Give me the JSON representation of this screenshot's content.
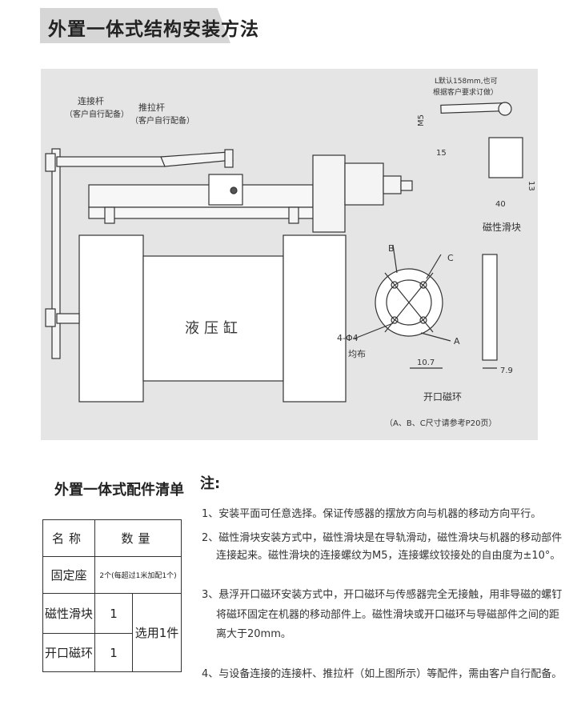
{
  "title": "外置一体式结构安装方法",
  "diagram": {
    "connecting_rod": "连接杆",
    "connecting_rod_note": "（客户自行配备）",
    "push_rod": "推拉杆",
    "push_rod_note": "（客户自行配备）",
    "cylinder": "液压缸",
    "slider_length_note": "L默认158mm,也可",
    "slider_length_note2": "根据客户要求订做）",
    "dim_m5": "M5",
    "dim_15": "15",
    "dim_40": "40",
    "dim_13": "13",
    "magnetic_slider": "磁性滑块",
    "label_b": "B",
    "label_c": "C",
    "label_a": "A",
    "holes": "4-Φ4",
    "holes_note": "均布",
    "dim_10_7": "10.7",
    "dim_7_9": "7.9",
    "open_ring": "开口磁环",
    "open_ring_note": "（A、B、C尺寸请参考P20页）"
  },
  "parts_list": {
    "title": "外置一体式配件清单",
    "header_name": "名称",
    "header_qty": "数量",
    "rows": [
      {
        "name": "固定座",
        "qty": "2个(每超过1米加配1个)"
      },
      {
        "name": "磁性滑块",
        "qty": "1"
      },
      {
        "name": "开口磁环",
        "qty": "1"
      }
    ],
    "merged_note": "选用1件"
  },
  "notes": {
    "title": "注:",
    "lines": [
      "1、安装平面可任意选择。保证传感器的摆放方向与机器的移动方向平行。",
      "2、磁性滑块安装方式中，磁性滑块是在导轨滑动，磁性滑块与机器的移动部件",
      "连接起来。磁性滑块的连接螺纹为M5，连接螺纹铰接处的自由度为±10°。",
      "3、悬浮开口磁环安装方式中，开口磁环与传感器完全无接触，用非导磁的螺钉",
      "将磁环固定在机器的移动部件上。磁性滑块或开口磁环与导磁部件之间的距",
      "离大于20mm。",
      "4、与设备连接的连接杆、推拉杆（如上图所示）等配件，需由客户自行配备。"
    ]
  }
}
